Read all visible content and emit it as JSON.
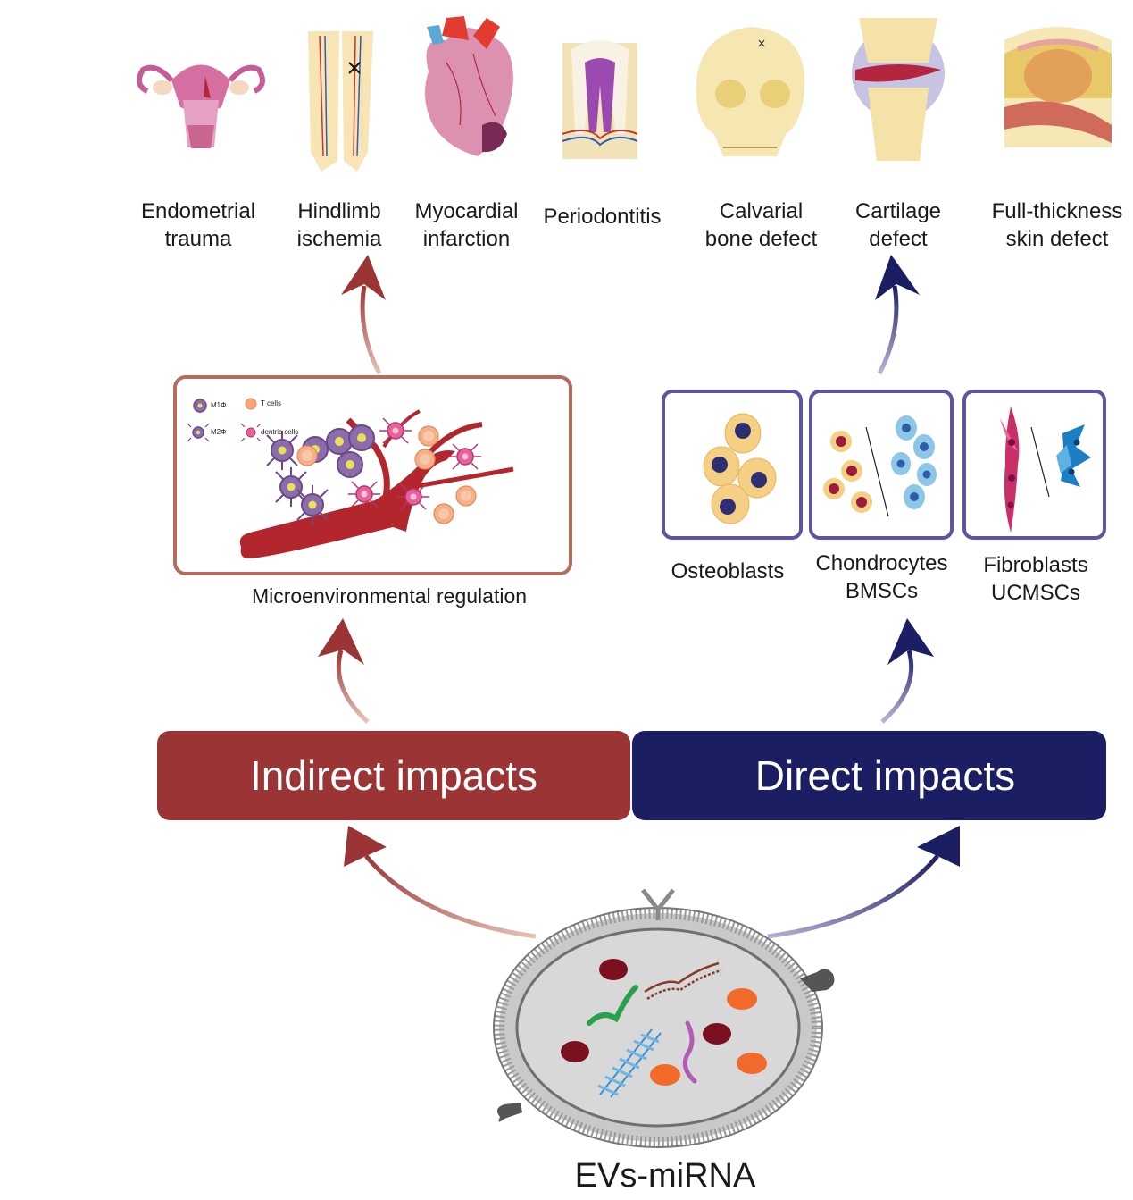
{
  "conditions": [
    {
      "line1": "Endometrial",
      "line2": "trauma"
    },
    {
      "line1": "Hindlimb",
      "line2": "ischemia"
    },
    {
      "line1": "Myocardial",
      "line2": "infarction"
    },
    {
      "line1": "Periodontitis",
      "line2": ""
    },
    {
      "line1": "Calvarial",
      "line2": "bone defect"
    },
    {
      "line1": "Cartilage",
      "line2": "defect"
    },
    {
      "line1": "Full-thickness",
      "line2": "skin defect"
    }
  ],
  "micro": {
    "caption": "Microenvironmental regulation",
    "legend": {
      "m1": "M1Φ",
      "m2": "M2Φ",
      "tcells": "T cells",
      "dendritic": "dentric cells"
    }
  },
  "cells": [
    {
      "line1": "Osteoblasts",
      "line2": ""
    },
    {
      "line1": "Chondrocytes",
      "line2": "BMSCs"
    },
    {
      "line1": "Fibroblasts",
      "line2": "UCMSCs"
    }
  ],
  "impacts": {
    "indirect": "Indirect impacts",
    "direct": "Direct impacts"
  },
  "source": {
    "label": "EVs-miRNA"
  },
  "colors": {
    "indirect": "#9b3535",
    "direct": "#1c1e64",
    "indirect_light": "#cf9a8c",
    "direct_light": "#8a86b6",
    "frame_cells": "#5b55a4",
    "frame_micro": "#b56b5d"
  }
}
